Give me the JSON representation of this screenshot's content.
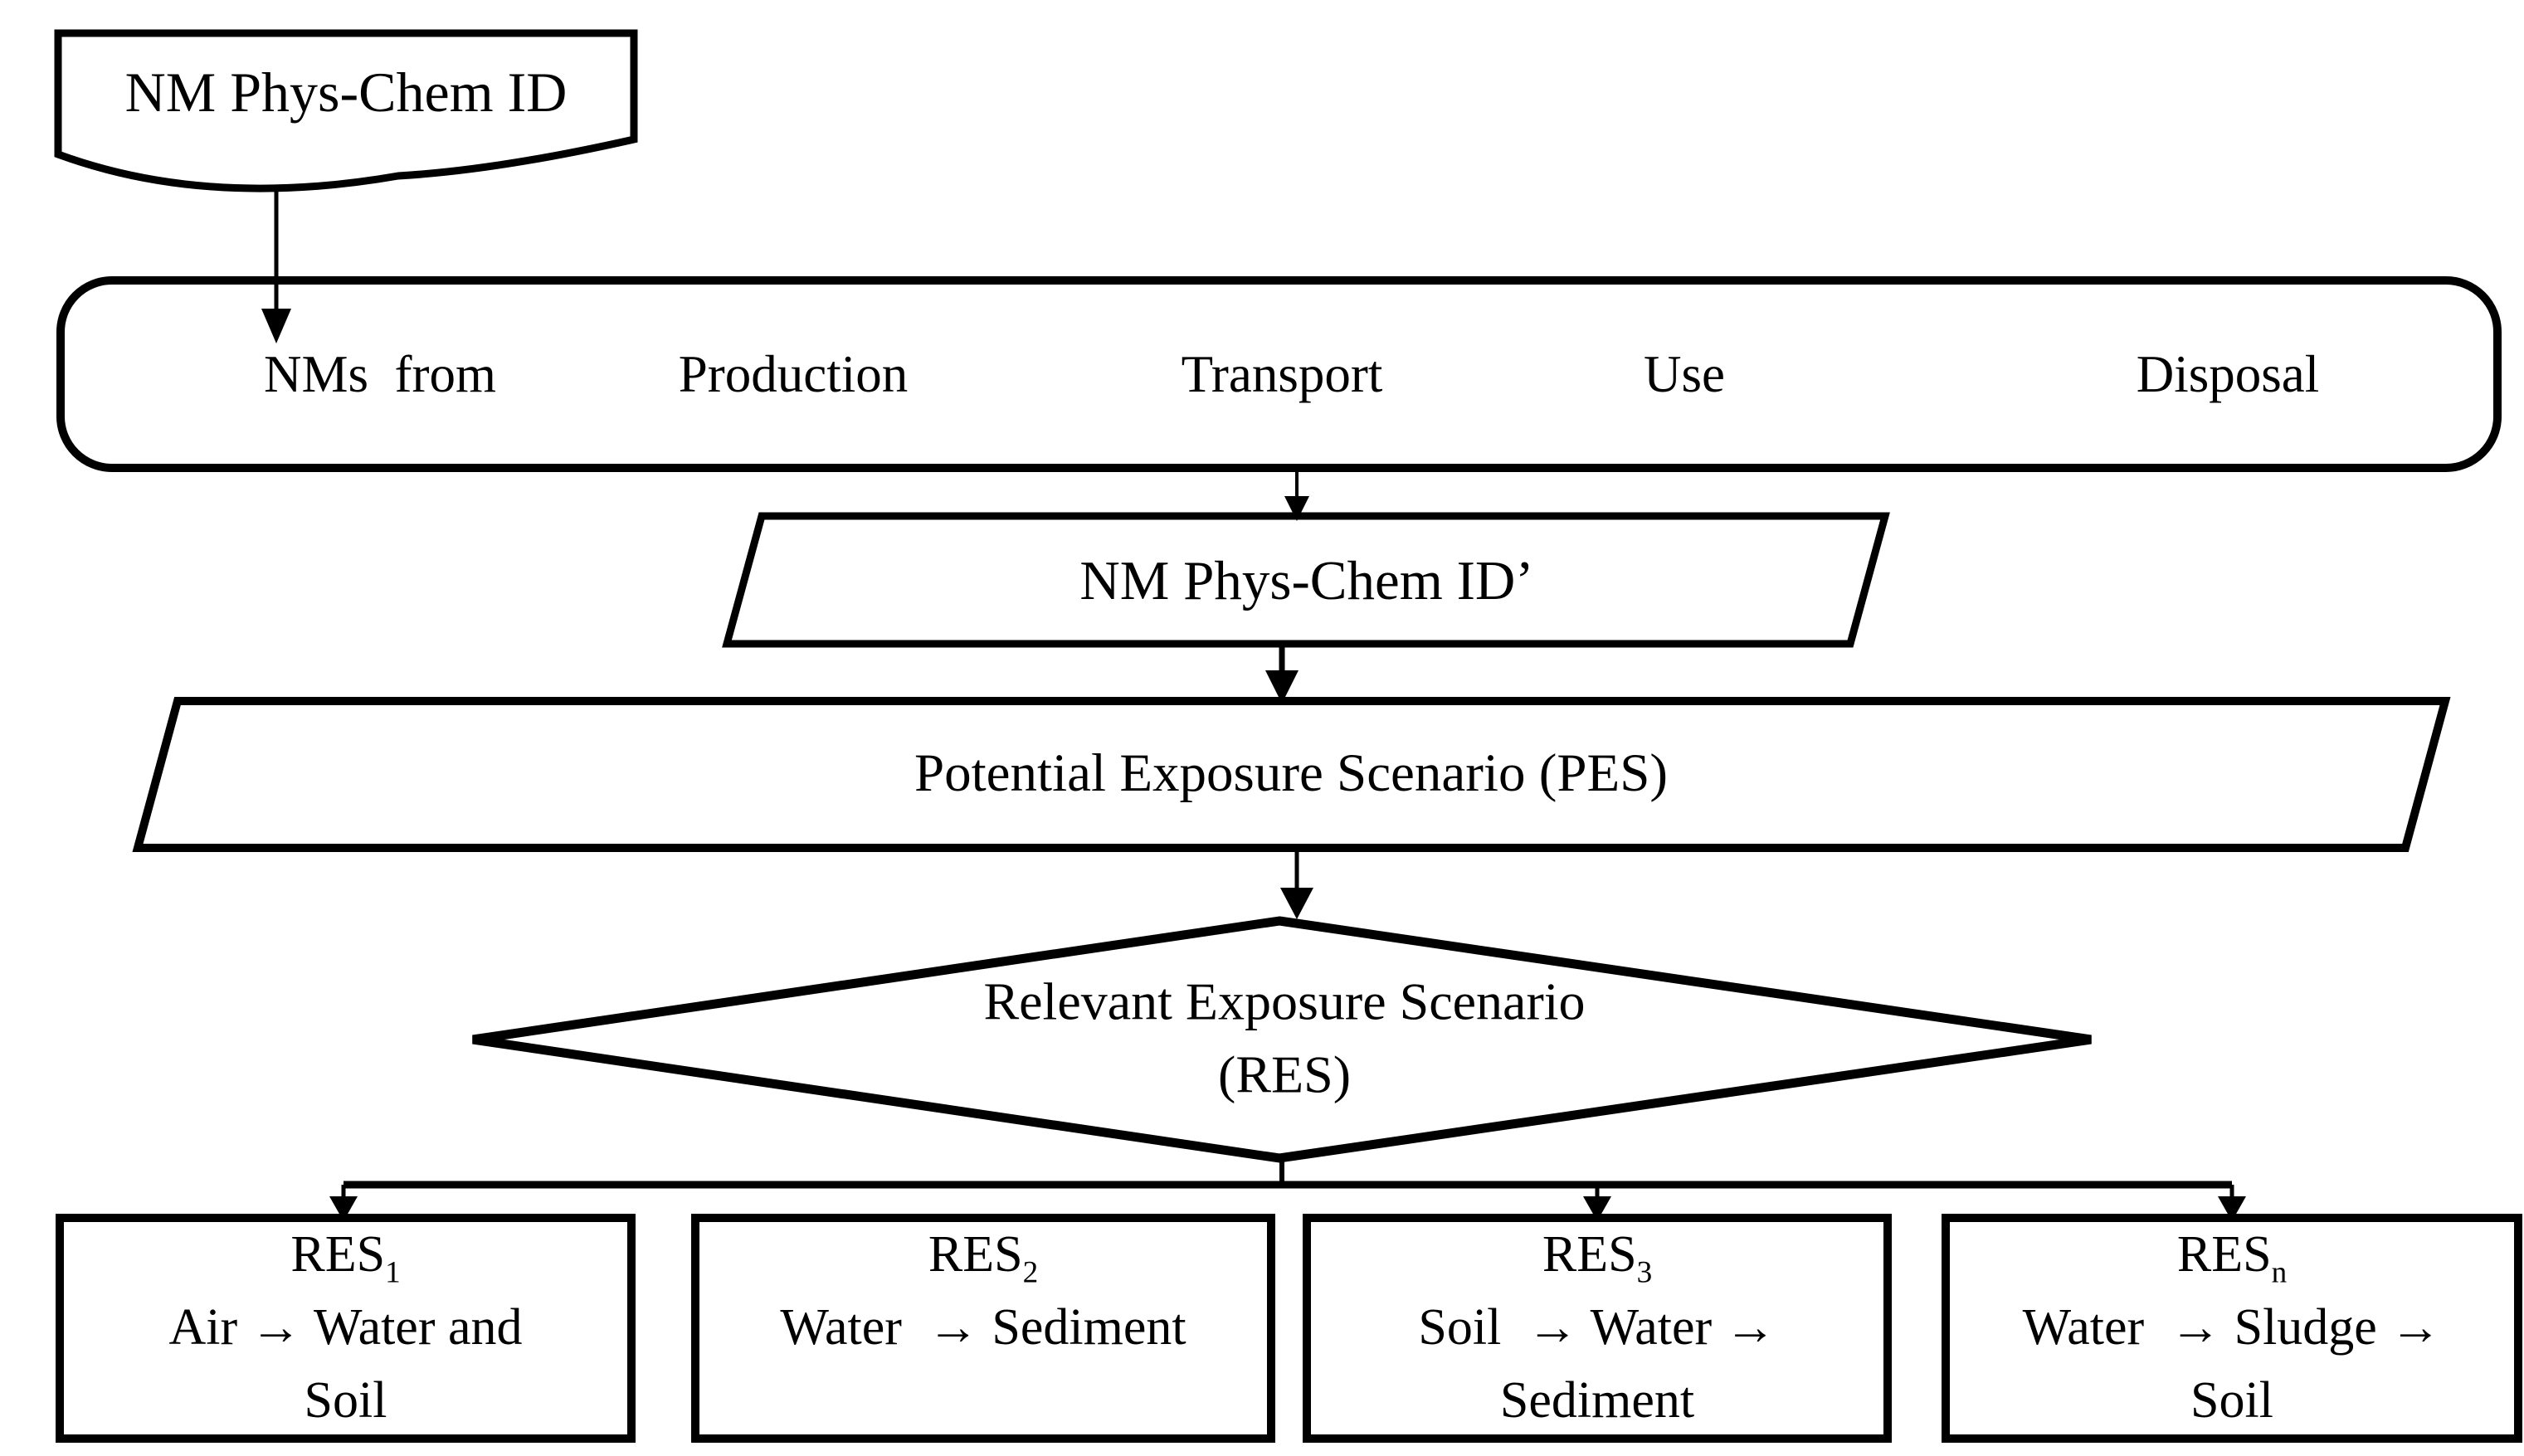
{
  "colors": {
    "background": "#ffffff",
    "ink": "#000000"
  },
  "nodes": {
    "nm_id": {
      "label": "NM Phys-Chem ID"
    },
    "lifecycle": {
      "items": [
        "NMs  from",
        "Production",
        "Transport",
        "Use",
        "Disposal"
      ]
    },
    "nm_id_prime": {
      "label": "NM Phys-Chem ID’"
    },
    "pes": {
      "label": "Potential Exposure Scenario (PES)"
    },
    "res_decision": {
      "line1": "Relevant Exposure Scenario",
      "line2": "(RES)"
    },
    "res_boxes": [
      {
        "name": "RES",
        "sub": "1",
        "line1": "Air → Water and",
        "line2": "Soil"
      },
      {
        "name": "RES",
        "sub": "2",
        "line1": "Water  → Sediment",
        "line2": ""
      },
      {
        "name": "RES",
        "sub": "3",
        "line1": "Soil  → Water →",
        "line2": "Sediment"
      },
      {
        "name": "RES",
        "sub": "n",
        "line1": "Water  → Sludge →",
        "line2": "Soil"
      }
    ]
  }
}
